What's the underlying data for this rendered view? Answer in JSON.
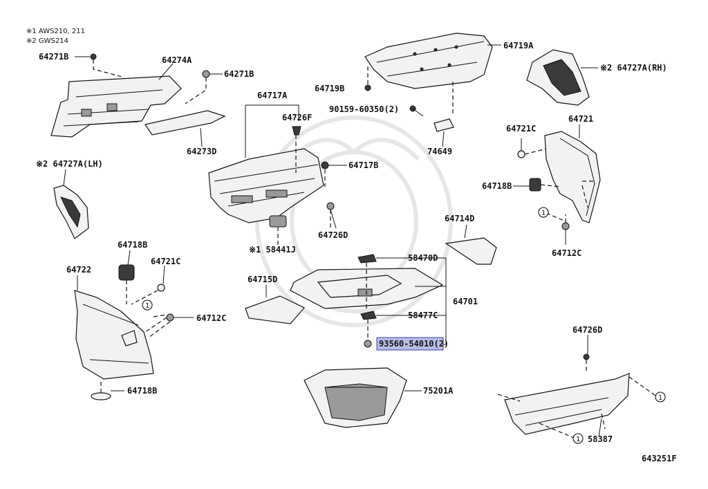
{
  "notes": [
    "※1 AWS210, 211",
    "※2 GWS214"
  ],
  "labels": {
    "p64271B_a": "64271B",
    "p64274A": "64274A",
    "p64271B_b": "64271B",
    "p64273D": "64273D",
    "p64727A_LH": "※2 64727A(LH)",
    "p64717A": "64717A",
    "p64726F": "64726F",
    "p64717B": "64717B",
    "p64726D_a": "64726D",
    "p58441J": "※1 58441J",
    "p64719A": "64719A",
    "p64719B": "64719B",
    "p90159": "90159-60350(2)",
    "p74649": "74649",
    "p64727A_RH": "※2 64727A(RH)",
    "p64721C_a": "64721C",
    "p64721": "64721",
    "p64718B_a": "64718B",
    "p64712C_a": "64712C",
    "p64714D": "64714D",
    "p58470D": "58470D",
    "p64701": "64701",
    "p64715D": "64715D",
    "p58477C": "58477C",
    "p93560": "93560-54010(2)",
    "p64718B_b": "64718B",
    "p64722": "64722",
    "p64721C_b": "64721C",
    "p64712C_b": "64712C",
    "p64718B_c": "64718B",
    "p75201A": "75201A",
    "p64726D_b": "64726D",
    "p58387": "58387",
    "code": "643251F"
  },
  "ref_marker": "1",
  "colors": {
    "highlight": "#b8bde8",
    "line": "#111111",
    "part_fill": "#f2f2f2"
  }
}
